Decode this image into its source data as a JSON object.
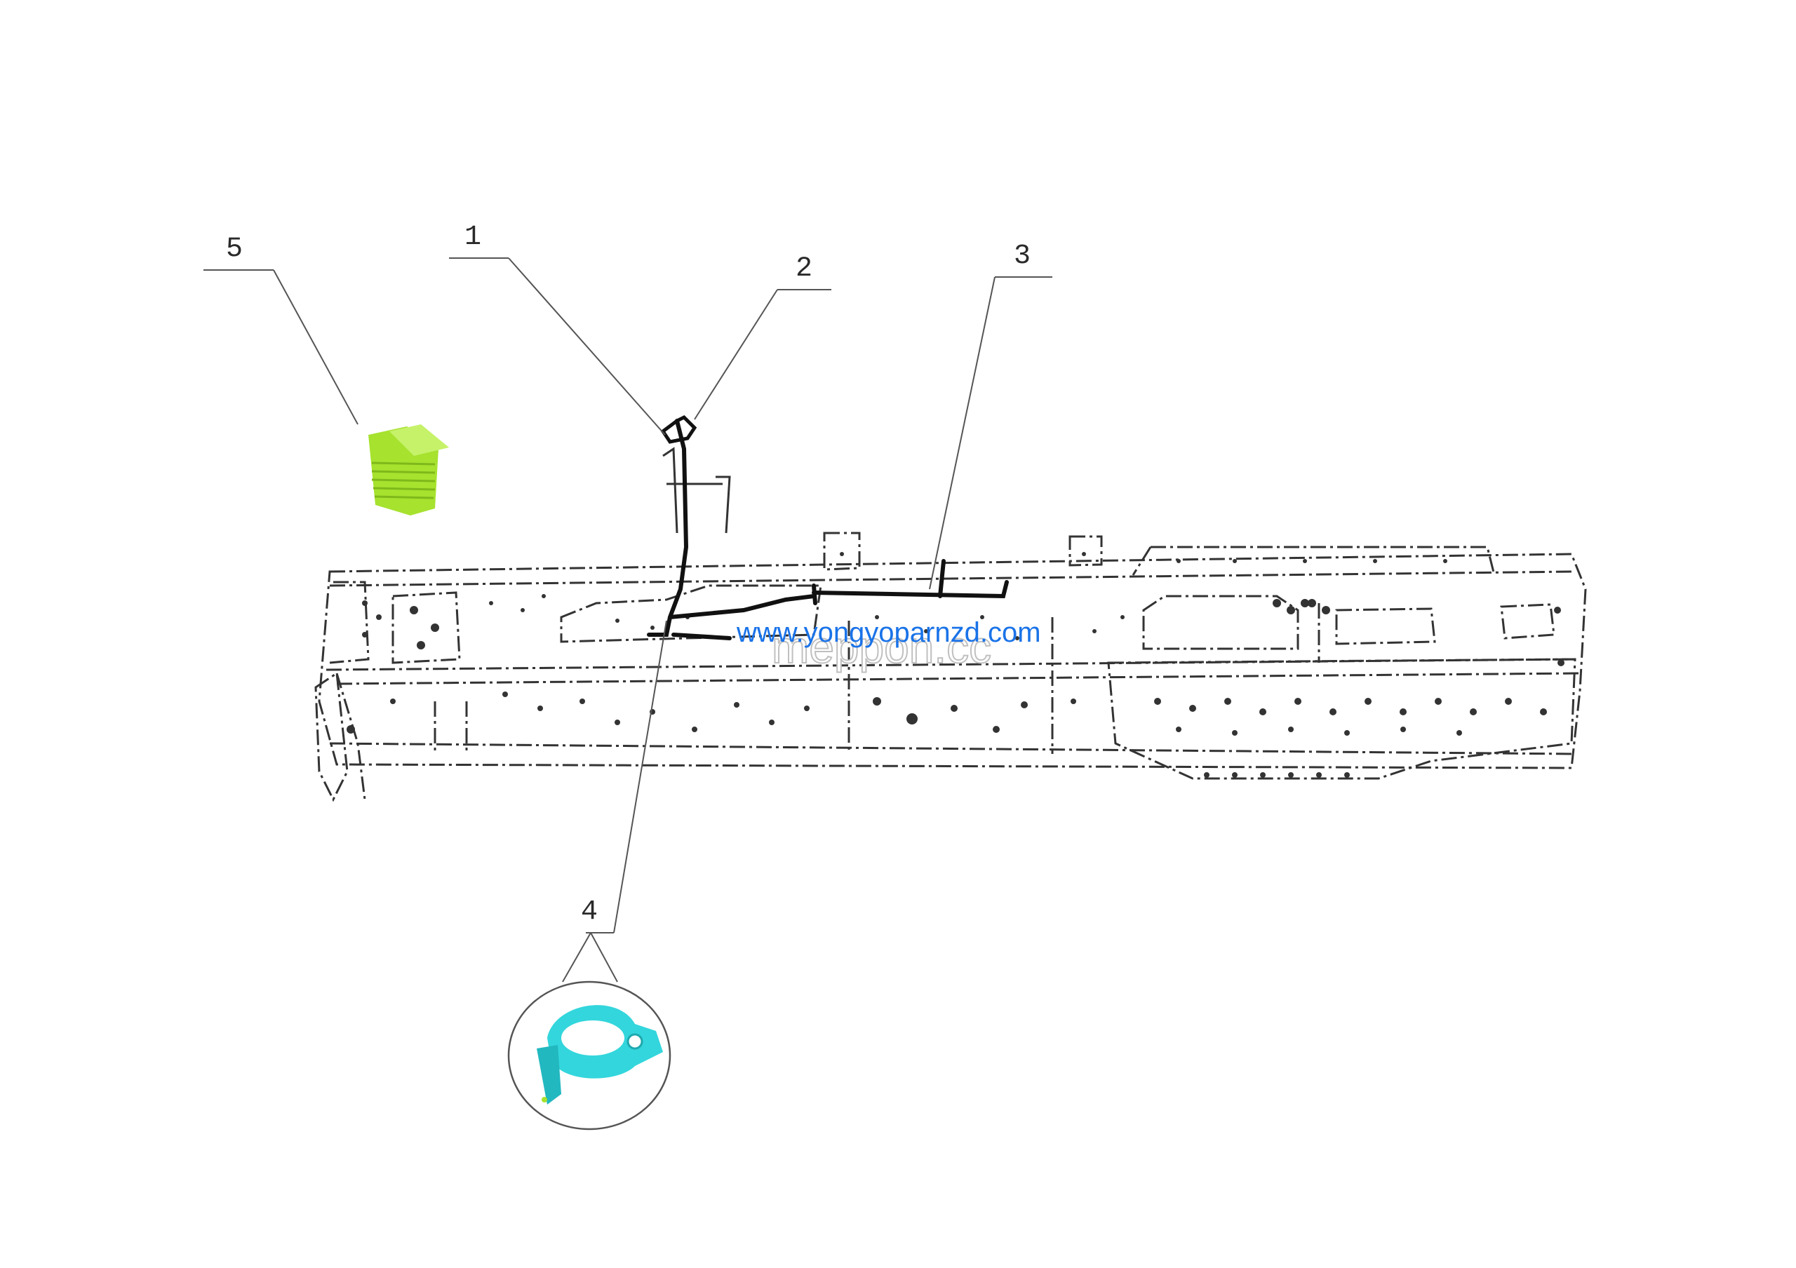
{
  "callouts": [
    {
      "id": "1",
      "label": "1"
    },
    {
      "id": "2",
      "label": "2"
    },
    {
      "id": "3",
      "label": "3"
    },
    {
      "id": "4",
      "label": "4"
    },
    {
      "id": "5",
      "label": "5"
    }
  ],
  "watermark": {
    "primary": "meppon.cc",
    "secondary": "www.yongyoparnzd.com"
  },
  "colors": {
    "line": "#555555",
    "frame": "#333333",
    "harness": "#111111",
    "part_5": "#a6e22e",
    "part_4": "#33d6dc",
    "watermark_blue": "#1a73e8",
    "watermark_grey": "#c0c0c0"
  }
}
